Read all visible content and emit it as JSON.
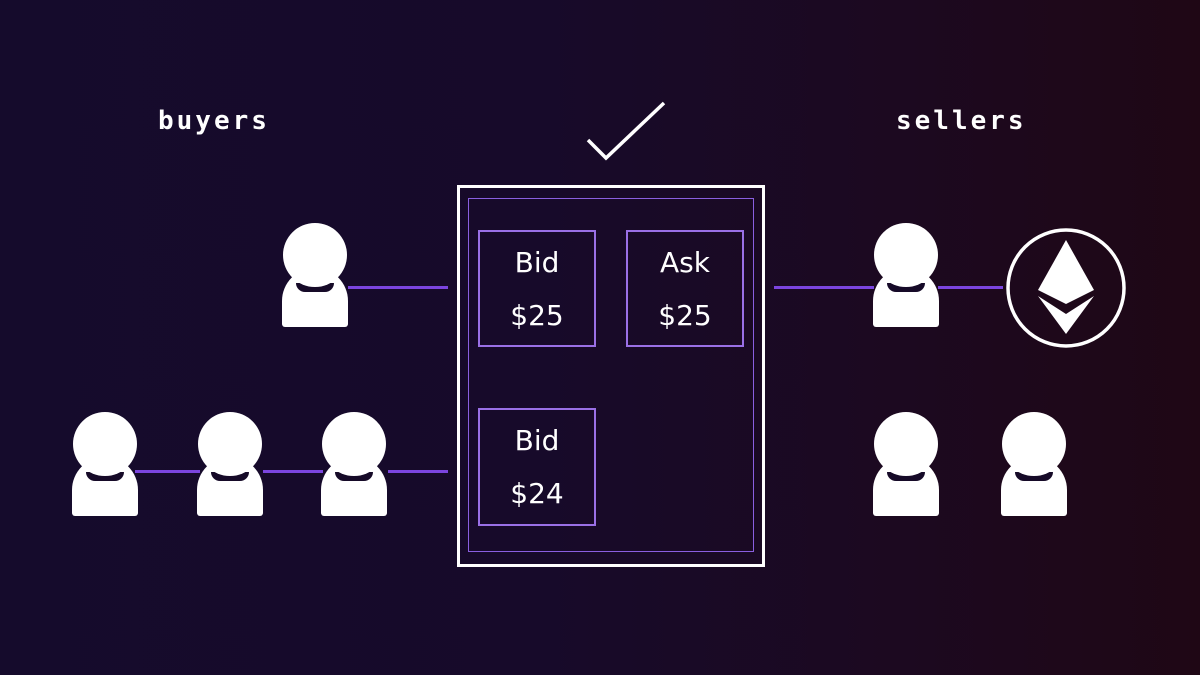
{
  "labels": {
    "buyers": "buyers",
    "sellers": "sellers"
  },
  "order_book": {
    "orders": [
      {
        "side": "Bid",
        "price": "$25"
      },
      {
        "side": "Ask",
        "price": "$25"
      },
      {
        "side": "Bid",
        "price": "$24"
      }
    ]
  },
  "icons": {
    "match": "checkmark-icon",
    "asset": "ethereum-icon",
    "participant": "person-icon"
  },
  "colors": {
    "connector": "#7b45df",
    "order_border": "#9a70e6",
    "foreground": "#ffffff"
  }
}
